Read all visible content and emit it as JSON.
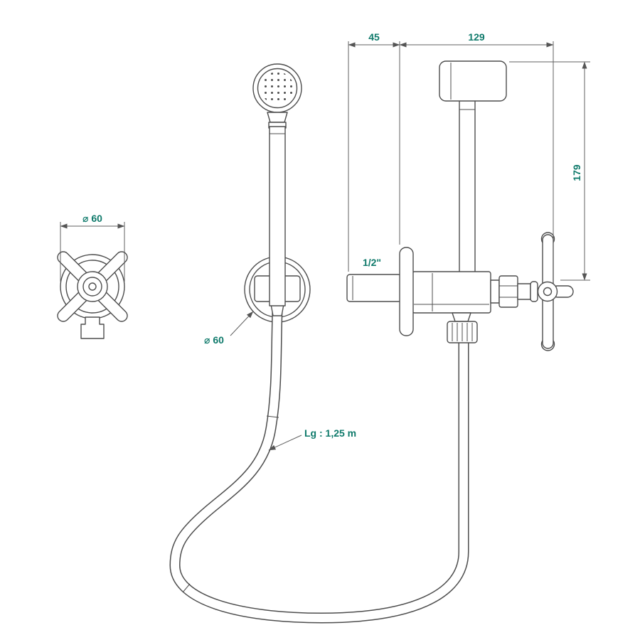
{
  "drawing": {
    "dim_valve_diameter": "⌀ 60",
    "dim_holder_diameter": "⌀ 60",
    "dim_offset": "45",
    "dim_width": "129",
    "dim_height": "179",
    "thread_label": "1/2\"",
    "hose_length_label": "Lg : 1,25 m",
    "colors": {
      "dimension_text": "#0f7a6b",
      "line": "#4d4d4d",
      "background": "#ffffff"
    }
  }
}
